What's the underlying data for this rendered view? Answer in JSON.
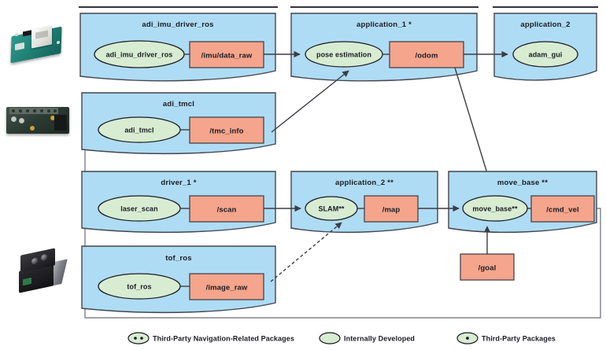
{
  "diagram": {
    "title": "",
    "colors": {
      "package_fill": "#aedcf4",
      "node_fill": "#d8ecd2",
      "topic_fill": "#f4a58c",
      "edge": "#3d3d45",
      "text": "#1b1b22"
    },
    "packages": [
      {
        "id": "adi_imu_driver_ros",
        "title": "adi_imu_driver_ros",
        "node": "adi_imu_driver_ros",
        "topic": "/imu/data_raw"
      },
      {
        "id": "application_1",
        "title": "application_1 *",
        "node": "pose estimation",
        "topic": "/odom"
      },
      {
        "id": "application_2_top",
        "title": "application_2",
        "node": "adam_gui",
        "topic": ""
      },
      {
        "id": "adi_tmcl",
        "title": "adi_tmcl",
        "node": "adi_tmcl",
        "topic": "/tmc_info"
      },
      {
        "id": "driver_1",
        "title": "driver_1 *",
        "node": "laser_scan",
        "topic": "/scan"
      },
      {
        "id": "application_2_slam",
        "title": "application_2 **",
        "node": "SLAM**",
        "topic": "/map"
      },
      {
        "id": "move_base",
        "title": "move_base **",
        "node": "move_base**",
        "topic": "/cmd_vel"
      },
      {
        "id": "tof_ros",
        "title": "tof_ros",
        "node": "tof_ros",
        "topic": "/image_raw"
      }
    ],
    "standalone_topics": [
      {
        "id": "goal",
        "label": "/goal"
      }
    ],
    "hardware_photos": [
      {
        "id": "imu-eval-board",
        "alt": "IMU evaluation board"
      },
      {
        "id": "tmc-driver-board",
        "alt": "TMC motor driver board"
      },
      {
        "id": "tof-camera-module",
        "alt": "Time-of-flight camera module"
      }
    ],
    "legend": [
      {
        "id": "third-party-nav",
        "marker": "ellipse-double-dot",
        "label": "Third-Party Navigation-Related Packages"
      },
      {
        "id": "internally-developed",
        "marker": "ellipse-plain",
        "label": "Internally Developed"
      },
      {
        "id": "third-party",
        "marker": "ellipse-single-dot",
        "label": "Third-Party Packages"
      }
    ]
  }
}
